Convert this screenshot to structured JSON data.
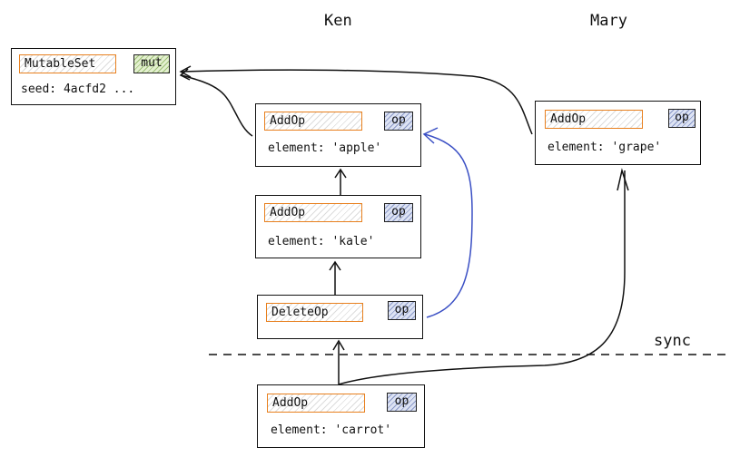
{
  "lanes": {
    "ken": "Ken",
    "mary": "Mary"
  },
  "sync_label": "sync",
  "mutable_set": {
    "header": "MutableSet",
    "tag": "mut",
    "seed_label": "seed:",
    "seed_value": "4acfd2 ..."
  },
  "ops": [
    {
      "id": "ken-add-apple",
      "header": "AddOp",
      "tag": "op",
      "field": "element:",
      "value": "'apple'"
    },
    {
      "id": "ken-add-kale",
      "header": "AddOp",
      "tag": "op",
      "field": "element:",
      "value": "'kale'"
    },
    {
      "id": "ken-delete",
      "header": "DeleteOp",
      "tag": "op"
    },
    {
      "id": "ken-add-carrot",
      "header": "AddOp",
      "tag": "op",
      "field": "element:",
      "value": "'carrot'"
    },
    {
      "id": "mary-add-grape",
      "header": "AddOp",
      "tag": "op",
      "field": "element:",
      "value": "'grape'"
    }
  ],
  "colors": {
    "header_border": "#e8801e",
    "delete_link": "#3a4fc4",
    "op_tag": "#8a98c8",
    "mut_tag": "#9ec077"
  }
}
